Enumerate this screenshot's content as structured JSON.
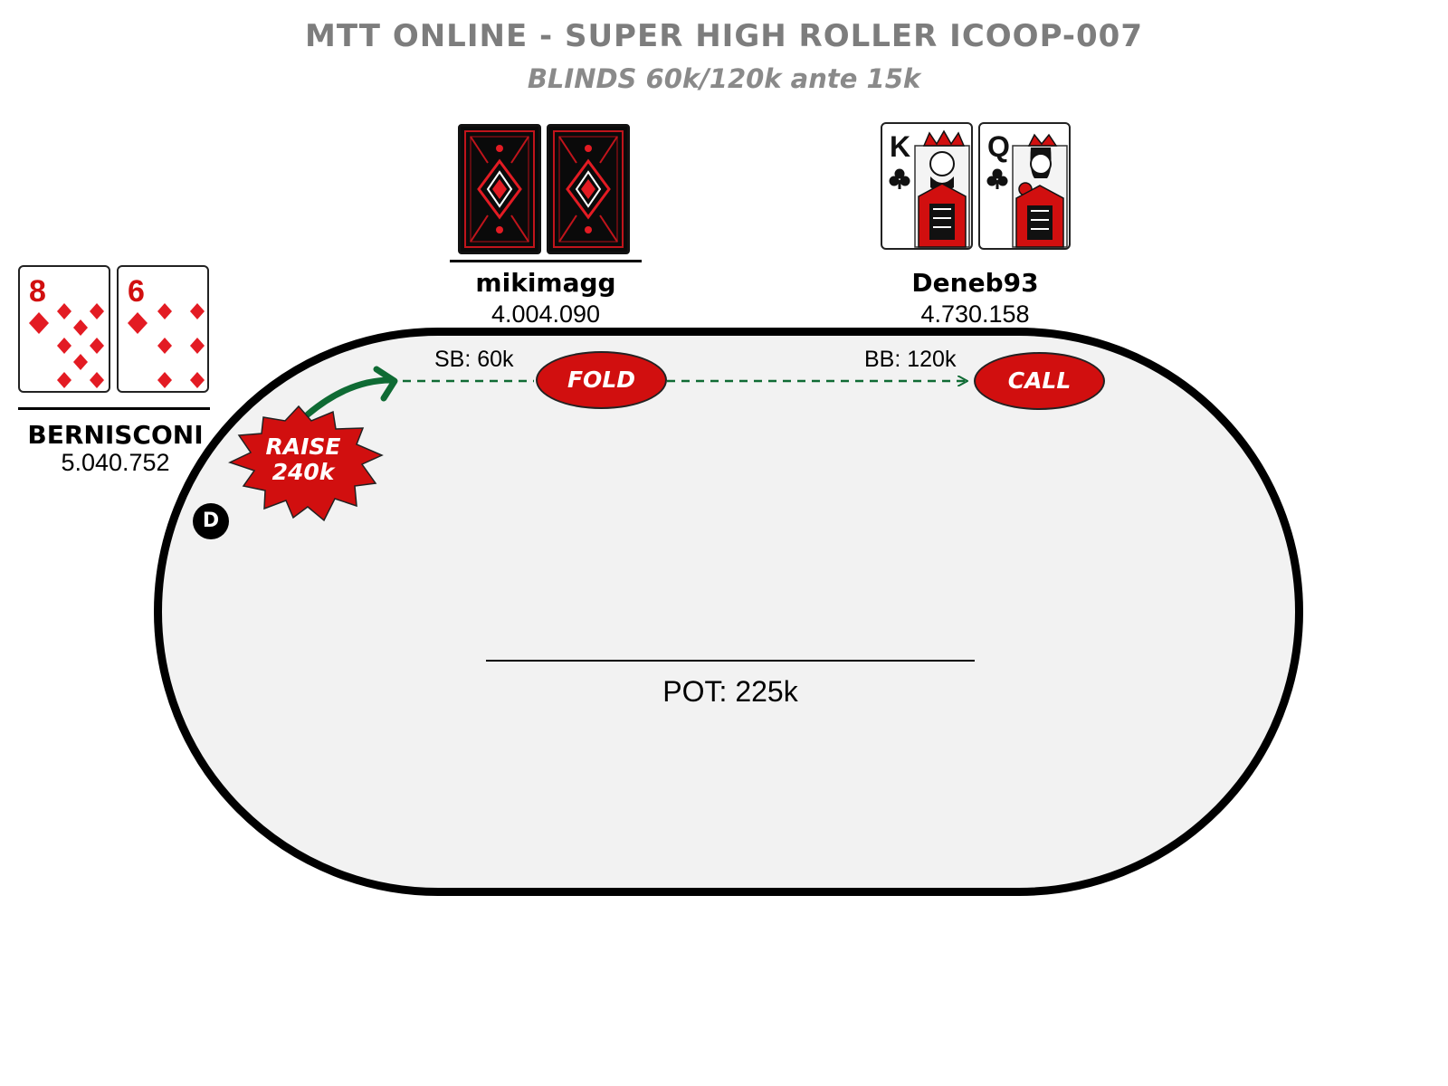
{
  "header": {
    "title": "MTT ONLINE - SUPER HIGH ROLLER ICOOP-007",
    "subtitle": "BLINDS 60k/120k ante 15k"
  },
  "players": [
    {
      "id": "bernisconi",
      "name": "BERNISCONI",
      "stack": "5.040.752",
      "cards": [
        {
          "rank": "8",
          "suit": "diamonds"
        },
        {
          "rank": "6",
          "suit": "diamonds"
        }
      ]
    },
    {
      "id": "mikimagg",
      "name": "mikimagg",
      "stack": "4.004.090",
      "cards": "face-down"
    },
    {
      "id": "deneb93",
      "name": "Deneb93",
      "stack": "4.730.158",
      "cards": [
        {
          "rank": "K",
          "suit": "clubs"
        },
        {
          "rank": "Q",
          "suit": "clubs"
        }
      ]
    }
  ],
  "actions": {
    "raise": {
      "line1": "RAISE",
      "line2": "240k"
    },
    "sb_label": "SB: 60k",
    "fold": "FOLD",
    "bb_label": "BB: 120k",
    "call": "CALL"
  },
  "dealer": "D",
  "pot": "POT: 225k",
  "colors": {
    "red": "#d10f0f",
    "arrow_green": "#0f6b34",
    "title_gray": "#7d7d7d",
    "table_fill": "#f2f2f2"
  }
}
